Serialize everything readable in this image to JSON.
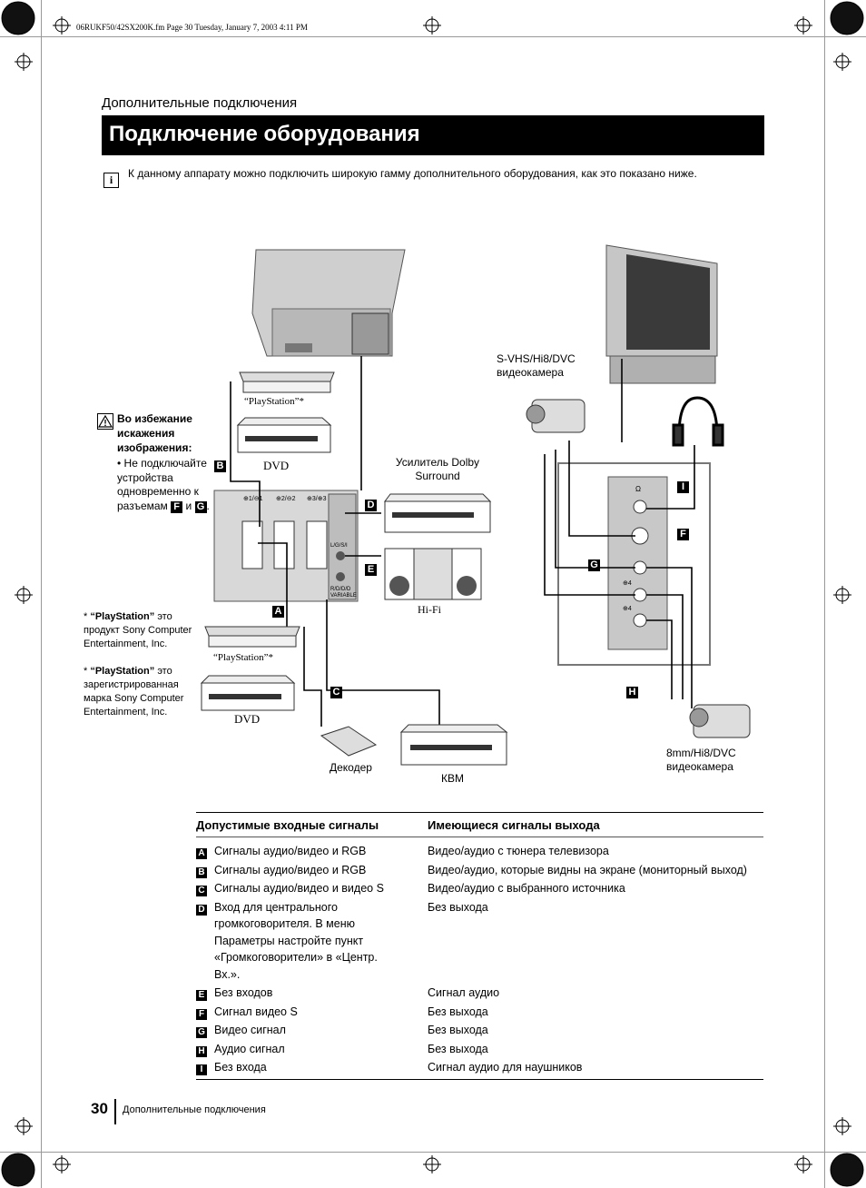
{
  "header_meta": "06RUKF50/42SX200K.fm  Page 30  Tuesday, January 7, 2003  4:11 PM",
  "section_title": "Дополнительные подключения",
  "page_title": "Подключение оборудования",
  "intro": {
    "icon": "i",
    "text": "К данному аппарату можно подключить широкую гамму дополнительного оборудования, как это показано ниже."
  },
  "warning": {
    "heading": "Во избежание искажения изображения:",
    "bullet": "• Не подключайте устройства одновременно к разъемам",
    "and": "и",
    "letters": [
      "F",
      "G"
    ]
  },
  "footnotes": [
    {
      "star": "*",
      "brand": "“PlayStation”",
      "rest": "это продукт Sony Computer Entertainment, Inc."
    },
    {
      "star": "*",
      "brand": "“PlayStation”",
      "rest": "это зарегистрированная марка Sony Computer Entertainment, Inc."
    }
  ],
  "diagram": {
    "playstation_top": "“PlayStation”*",
    "dvd_top": "DVD",
    "playstation_bottom": "“PlayStation”*",
    "dvd_bottom": "DVD",
    "amplifier": "Усилитель Dolby Surround",
    "hifi": "Hi-Fi",
    "decoder": "Декодер",
    "vcr": "КВМ",
    "camcorder_top": "S-VHS/Hi8/DVC видеокамера",
    "camcorder_bottom": "8mm/Hi8/DVC видеокамера",
    "panel_labels": [
      "⊕1/⊖1",
      "⊕2/⊖2",
      "⊕3/⊕3",
      "L/G/S/I",
      "R/D/D/D",
      "VARIABLE",
      "Ω",
      "⊕4",
      "⊕4"
    ],
    "connector_letters": {
      "A": "A",
      "B": "B",
      "C": "C",
      "D": "D",
      "E": "E",
      "F": "F",
      "G": "G",
      "H": "H",
      "I": "I"
    }
  },
  "table": {
    "header_in": "Допустимые входные сигналы",
    "header_out": "Имеющиеся сигналы выхода",
    "rows": [
      {
        "letter": "A",
        "input": "Сигналы аудио/видео и RGB",
        "output": "Видео/аудио с тюнера телевизора"
      },
      {
        "letter": "B",
        "input": "Сигналы аудио/видео и RGB",
        "output": "Видео/аудио, которые видны на экране (мониторный выход)"
      },
      {
        "letter": "C",
        "input": "Сигналы аудио/видео и видео S",
        "output": "Видео/аудио с выбранного источника"
      },
      {
        "letter": "D",
        "input": "Вход для центрального громкоговорителя. В меню Параметры настройте пункт «Громкоговорители» в «Центр. Вх.».",
        "output": "Без выхода"
      },
      {
        "letter": "E",
        "input": "Без входов",
        "output": "Сигнал аудио"
      },
      {
        "letter": "F",
        "input": "Сигнал видео S",
        "output": "Без выхода"
      },
      {
        "letter": "G",
        "input": "Видео сигнал",
        "output": "Без выхода"
      },
      {
        "letter": "H",
        "input": "Аудио сигнал",
        "output": "Без выхода"
      },
      {
        "letter": "I",
        "input": "Без входа",
        "output": "Сигнал аудио для наушников"
      }
    ]
  },
  "footer": {
    "page_number": "30",
    "text": "Дополнительные подключения"
  }
}
